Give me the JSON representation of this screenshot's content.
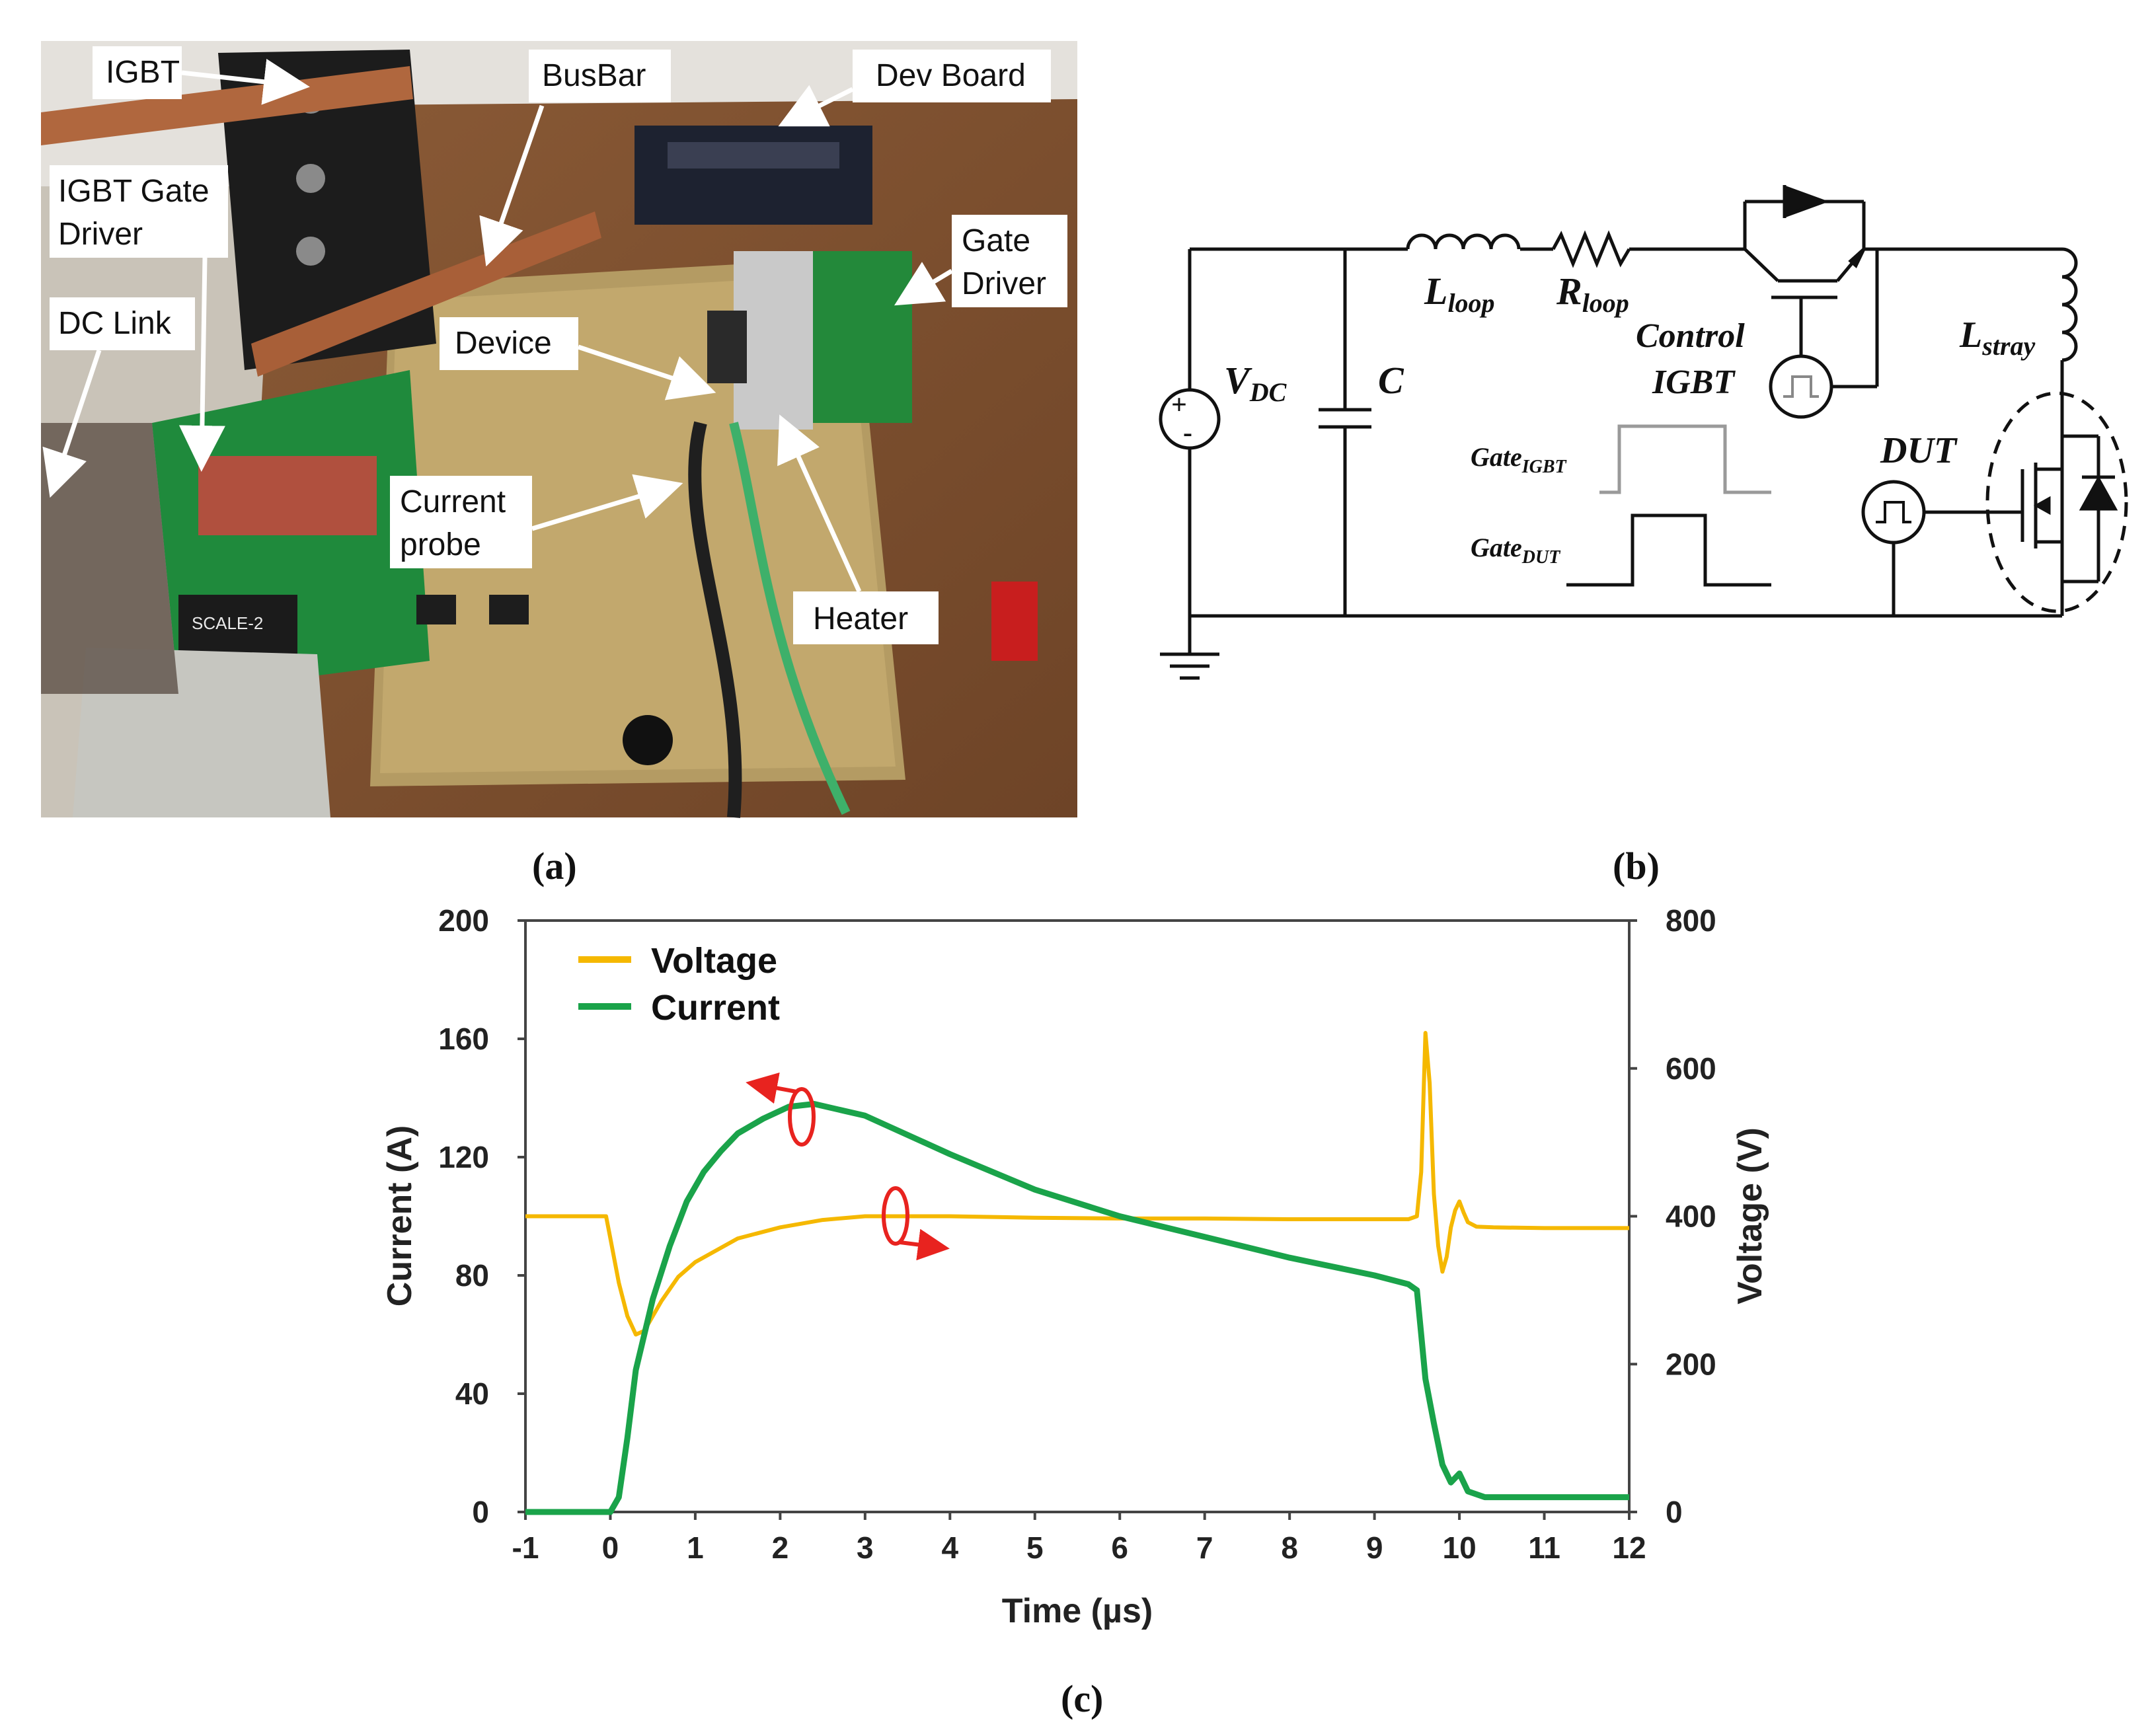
{
  "panel_a": {
    "caption": "(a)",
    "labels": {
      "igbt": "IGBT",
      "busbar": "BusBar",
      "dev_board": "Dev Board",
      "igbt_gate_driver": [
        "IGBT Gate",
        "Driver"
      ],
      "gate_driver": [
        "Gate",
        "Driver"
      ],
      "dc_link": "DC Link",
      "device": "Device",
      "current_probe": [
        "Current",
        "probe"
      ],
      "heater": "Heater"
    },
    "photo_prints": {
      "scale_module": "SCALE-2"
    }
  },
  "panel_b": {
    "caption": "(b)",
    "components": {
      "vdc": {
        "main": "V",
        "sub": "DC"
      },
      "c": "C",
      "lloop": {
        "main": "L",
        "sub": "loop"
      },
      "rloop": {
        "main": "R",
        "sub": "loop"
      },
      "control_igbt": [
        "Control",
        "IGBT"
      ],
      "lstray": {
        "main": "L",
        "sub": "stray"
      },
      "dut": "DUT",
      "gate_igbt": {
        "main": "Gate",
        "sub": "IGBT"
      },
      "gate_dut": {
        "main": "Gate",
        "sub": "DUT"
      },
      "plus": "+",
      "minus": "-"
    }
  },
  "panel_c": {
    "caption": "(c)"
  },
  "colors": {
    "voltage": "#f5b800",
    "current": "#1aa34a",
    "annotation": "#e8231f"
  },
  "chart_data": {
    "type": "line",
    "xlabel": "Time (µs)",
    "ylabel_left": "Current (A)",
    "ylabel_right": "Voltage (V)",
    "xlim": [
      -1,
      12
    ],
    "ylim_left": [
      0,
      200
    ],
    "ylim_right": [
      0,
      800
    ],
    "x_ticks": [
      "-1",
      "0",
      "1",
      "2",
      "3",
      "4",
      "5",
      "6",
      "7",
      "8",
      "9",
      "10",
      "11",
      "12"
    ],
    "y_ticks_left": [
      "0",
      "40",
      "80",
      "120",
      "160",
      "200"
    ],
    "y_ticks_right": [
      "0",
      "200",
      "400",
      "600",
      "800"
    ],
    "legend_position": "top-left",
    "series": [
      {
        "name": "Voltage",
        "axis": "right",
        "x": [
          -1,
          -0.05,
          0,
          0.1,
          0.2,
          0.3,
          0.4,
          0.6,
          0.8,
          1.0,
          1.5,
          2.0,
          2.5,
          3.0,
          4.0,
          5.0,
          6.0,
          7.0,
          8.0,
          9.0,
          9.4,
          9.5,
          9.55,
          9.6,
          9.65,
          9.7,
          9.75,
          9.8,
          9.85,
          9.9,
          9.95,
          10.0,
          10.05,
          10.1,
          10.2,
          10.4,
          11.0,
          12.0
        ],
        "y": [
          400,
          400,
          370,
          310,
          265,
          240,
          245,
          285,
          318,
          338,
          370,
          385,
          395,
          400,
          400,
          398,
          397,
          397,
          396,
          396,
          396,
          400,
          460,
          648,
          580,
          430,
          360,
          325,
          345,
          385,
          408,
          420,
          405,
          392,
          386,
          385,
          384,
          384
        ]
      },
      {
        "name": "Current",
        "axis": "left",
        "x": [
          -1,
          0,
          0.1,
          0.2,
          0.3,
          0.5,
          0.7,
          0.9,
          1.1,
          1.3,
          1.5,
          1.8,
          2.1,
          2.4,
          2.7,
          3.0,
          4.0,
          5.0,
          6.0,
          7.0,
          8.0,
          9.0,
          9.4,
          9.5,
          9.55,
          9.6,
          9.7,
          9.8,
          9.9,
          10.0,
          10.1,
          10.3,
          11.0,
          12.0
        ],
        "y": [
          0,
          0,
          5,
          25,
          48,
          72,
          90,
          105,
          115,
          122,
          128,
          133,
          137,
          138,
          136,
          134,
          121,
          109,
          100,
          93,
          86,
          80,
          77,
          75,
          60,
          45,
          30,
          16,
          10,
          13,
          7,
          5,
          5,
          5
        ]
      }
    ]
  }
}
